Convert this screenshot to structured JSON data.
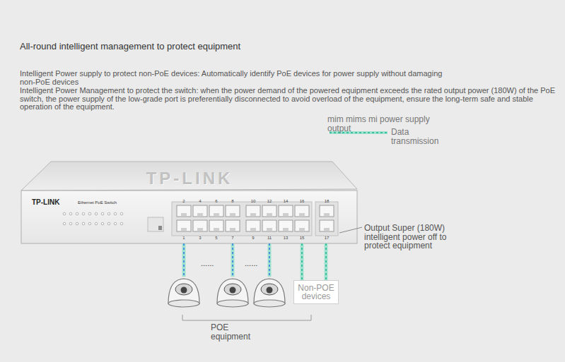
{
  "diagram": {
    "title": "All-round intelligent management to protect equipment",
    "nodes": [
      {
        "text": [
          "TP-LINK",
          "TP-LINK",
          "Ethernet PoE Switch"
        ]
      },
      {
        "text": [
          "Non-POE devices"
        ]
      }
    ],
    "edges": [
      {
        "from": 0,
        "to": 1,
        "arrow": "none"
      },
      {
        "from": 0,
        "to": 1,
        "arrow": "none"
      }
    ],
    "labels": [
      "Intelligent Power supply to protect non-PoE devices: Automatically identify PoE devices for power supply without damaging non-PoE devices",
      "Intelligent Power Management to protect the switch: when the power demand of the powered equipment exceeds the rated output power (180W) of the PoE switch, the power supply of the low-grade port is preferentially disconnected to avoid overload of the equipment, ensure the long-term safe and stable operation of the equipment.",
      "2",
      "4",
      "6",
      "8",
      "10",
      "12",
      "14",
      "16",
      "18",
      "1",
      "3",
      "5",
      "7",
      "9",
      "11",
      "13",
      "15",
      "17",
      "......",
      "......",
      "POE equipment",
      "Output Super (180W) intelligent power off to protect equipment"
    ],
    "legend": [
      {
        "text": "mim mims mi power supply output"
      },
      {
        "text": "Data transmission"
      }
    ]
  }
}
